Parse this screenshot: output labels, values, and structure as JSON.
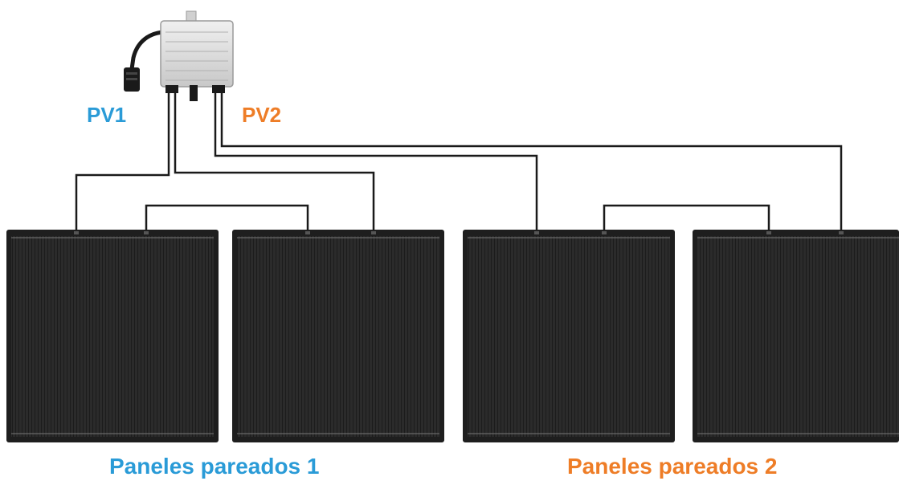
{
  "labels": {
    "pv1": "PV1",
    "pv2": "PV2",
    "group1": "Paneles pareados 1",
    "group2": "Paneles pareados 2"
  },
  "colors": {
    "pv1": "#2a9bd7",
    "pv2": "#ee7d27",
    "wire": "#1a1a1a",
    "panel": "#2a2a2a",
    "panel_frame": "#1e1e1e",
    "microinverter": "#d9d9d9"
  },
  "panels_count": 4,
  "icons": {
    "microinverter": "microinverter-icon",
    "panel": "solar-panel-icon",
    "plug": "ac-plug-icon"
  }
}
